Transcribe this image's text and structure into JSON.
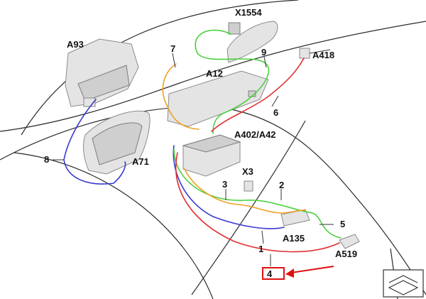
{
  "colors": {
    "wire_blue": "#3a3ad0",
    "wire_green": "#4cd040",
    "wire_orange": "#f0a020",
    "wire_red": "#e03030",
    "highlight_box": "#e01010",
    "highlight_arrow": "#e01010"
  },
  "labels": {
    "x1554": "X1554",
    "a93": "A93",
    "l7": "7",
    "l9": "9",
    "a418": "A418",
    "a12": "A12",
    "l6": "6",
    "a402": "A402/A42",
    "l8": "8",
    "a71": "A71",
    "x3": "X3",
    "l3": "3",
    "l2": "2",
    "l5": "5",
    "a135": "A135",
    "l1": "1",
    "a519": "A519",
    "l4": "4"
  },
  "icons": {
    "corner": "folded-corner-icon"
  }
}
